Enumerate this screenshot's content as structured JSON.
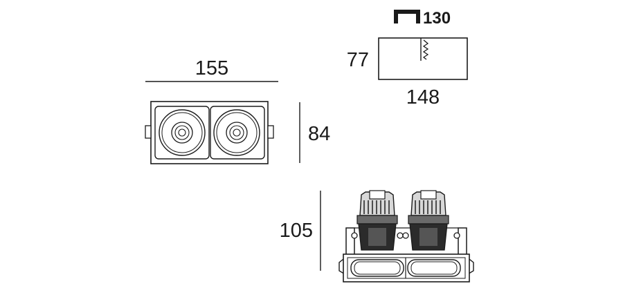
{
  "cutout": {
    "icon": "cutout-icon",
    "value": "130"
  },
  "side_view": {
    "height": "77",
    "length": "148"
  },
  "front_view": {
    "width": "155",
    "height": "84"
  },
  "perspective_view": {
    "height": "105"
  },
  "colors": {
    "line": "#1a1a1a",
    "fill_dark": "#2b2b2b",
    "fill_mid": "#6a6a6a",
    "fill_light": "#d8d8d8"
  }
}
